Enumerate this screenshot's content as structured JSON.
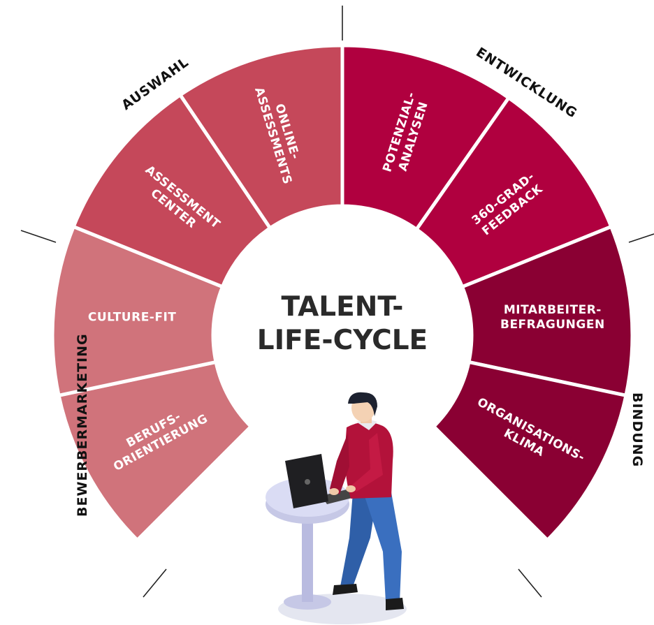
{
  "title": {
    "line1": "TALENT-",
    "line2": "LIFE-CYCLE"
  },
  "phases": [
    {
      "name": "BEWERBERMARKETING"
    },
    {
      "name": "AUSWAHL"
    },
    {
      "name": "ENTWICKLUNG"
    },
    {
      "name": "BINDUNG"
    }
  ],
  "segments": [
    {
      "phase": "BEWERBERMARKETING",
      "lines": [
        "BERUFS-",
        "ORIENTIERUNG"
      ],
      "color": "#d0737b"
    },
    {
      "phase": "BEWERBERMARKETING",
      "lines": [
        "CULTURE-FIT"
      ],
      "color": "#d0737b"
    },
    {
      "phase": "AUSWAHL",
      "lines": [
        "ASSESSMENT",
        "CENTER"
      ],
      "color": "#c5485a"
    },
    {
      "phase": "AUSWAHL",
      "lines": [
        "ONLINE-",
        "ASSESSMENTS"
      ],
      "color": "#c5485a"
    },
    {
      "phase": "ENTWICKLUNG",
      "lines": [
        "POTENZIAL-",
        "ANALYSEN"
      ],
      "color": "#b0003f"
    },
    {
      "phase": "ENTWICKLUNG",
      "lines": [
        "360-GRAD-",
        "FEEDBACK"
      ],
      "color": "#b0003f"
    },
    {
      "phase": "BINDUNG",
      "lines": [
        "MITARBEITER-",
        "BEFRAGUNGEN"
      ],
      "color": "#8a0033"
    },
    {
      "phase": "BINDUNG",
      "lines": [
        "ORGANISATIONS-",
        "KLIMA"
      ],
      "color": "#8a0033"
    }
  ],
  "illustration": {
    "subject": "person working on laptop at standing table"
  }
}
